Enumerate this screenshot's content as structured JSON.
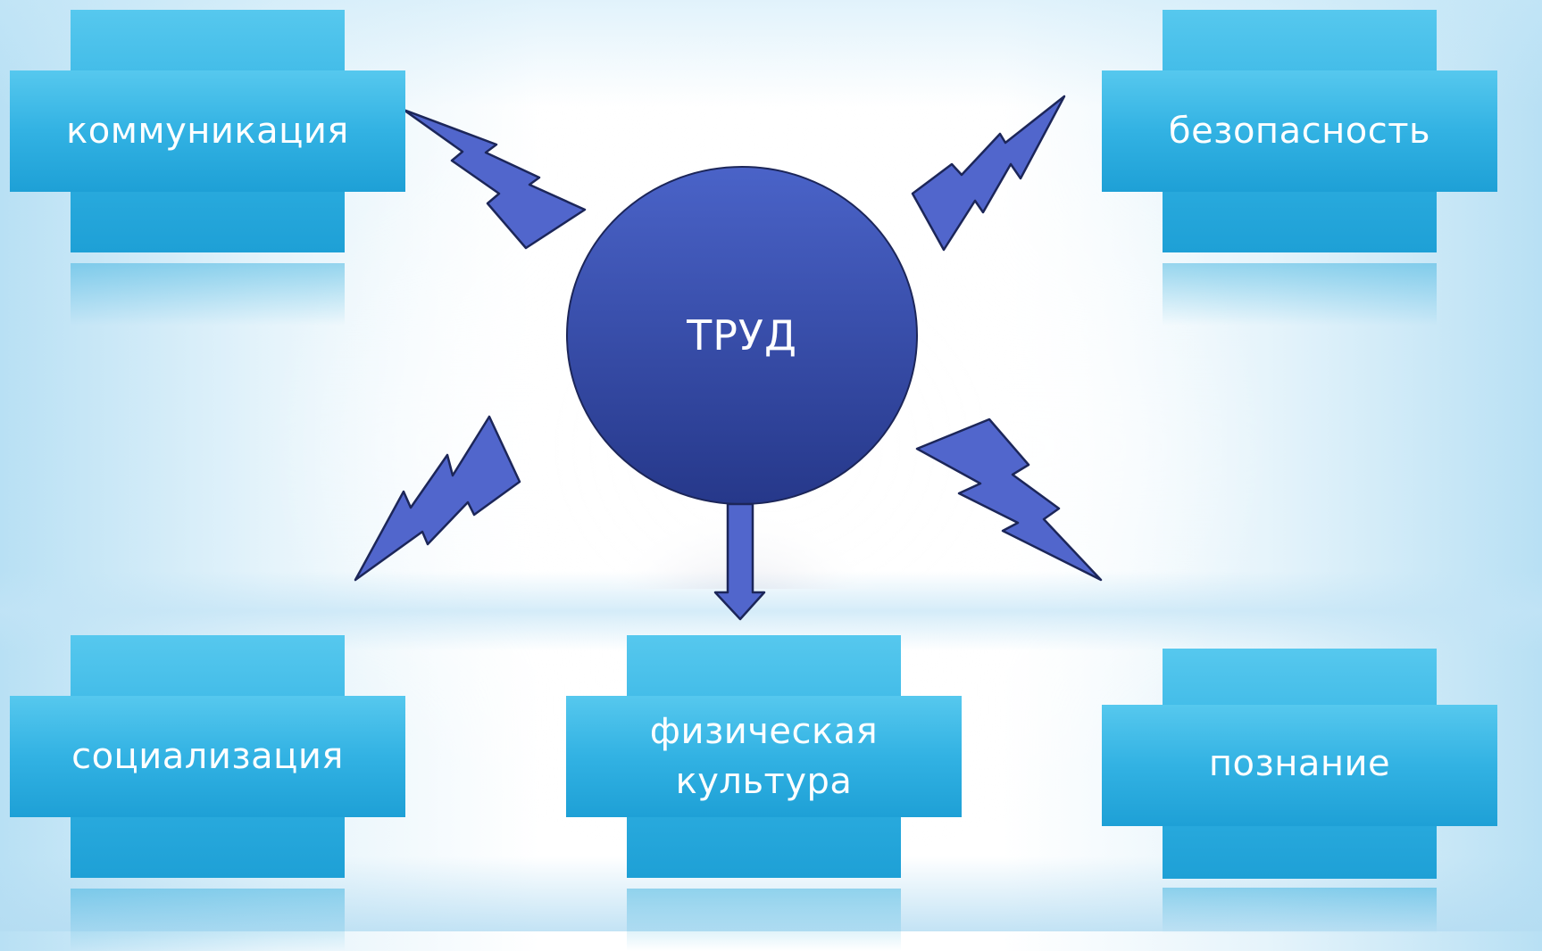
{
  "center": {
    "label": "ТРУД",
    "color_top": "#4a63c8",
    "color_bottom": "#26388a"
  },
  "nodes": {
    "communication": "коммуникация",
    "safety": "безопасность",
    "socialization": "социализация",
    "physical_culture": "физическая культура",
    "cognition": "познание"
  },
  "colors": {
    "node_fill_top": "#56c8ee",
    "node_fill_bottom": "#1ea0d6",
    "bolt_fill": "#5166cc",
    "bolt_stroke": "#1c2659",
    "node_text": "#ffffff"
  },
  "icons": [
    "lightning-bolt-icon",
    "down-arrow-icon"
  ]
}
